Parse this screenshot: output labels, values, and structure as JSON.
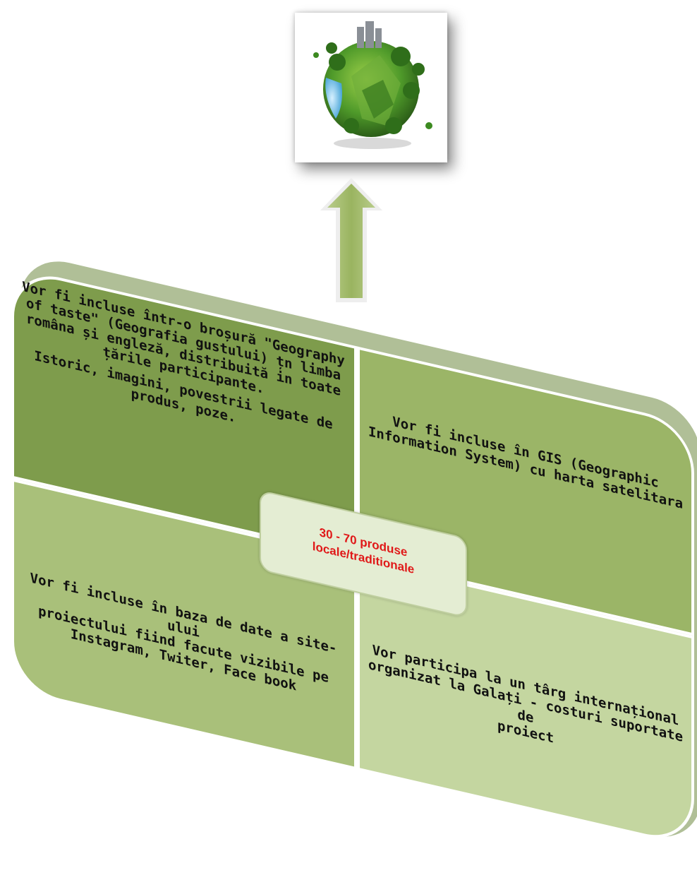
{
  "image": {
    "icon": "green-globe-icon"
  },
  "center": {
    "label_line1": "30 - 70 produse",
    "label_line2": "locale/traditionale",
    "color": "#e01818"
  },
  "quadrants": {
    "top_left": {
      "line1": "Vor fi incluse într-o broșură \"Geography",
      "line2": "of taste\" (Geografia gustului) țn limba",
      "line3": "româna și  engleză, distribuită in toate",
      "line4": "țările participante.",
      "line5": "Istoric, imagini, povestrii legate de",
      "line6": "produs, poze."
    },
    "top_right": {
      "line1": "Vor fi incluse în GIS (Geographic",
      "line2": "Information System) cu harta satelitara"
    },
    "bottom_left": {
      "line1": "Vor fi incluse în baza de date a site-ului",
      "line2": "proiectului fiind facute vizibile pe",
      "line3": "Instagram, Twiter, Face book"
    },
    "bottom_right": {
      "line1": "Vor participa la un târg internațional",
      "line2": "organizat la Galați - costuri suportate de",
      "line3": "proiect"
    }
  },
  "colors": {
    "top_left": "#7e9c4c",
    "top_right": "#9bb567",
    "bottom_left": "#a9c07a",
    "bottom_right": "#c4d6a0",
    "arrow": "#9ab460"
  }
}
